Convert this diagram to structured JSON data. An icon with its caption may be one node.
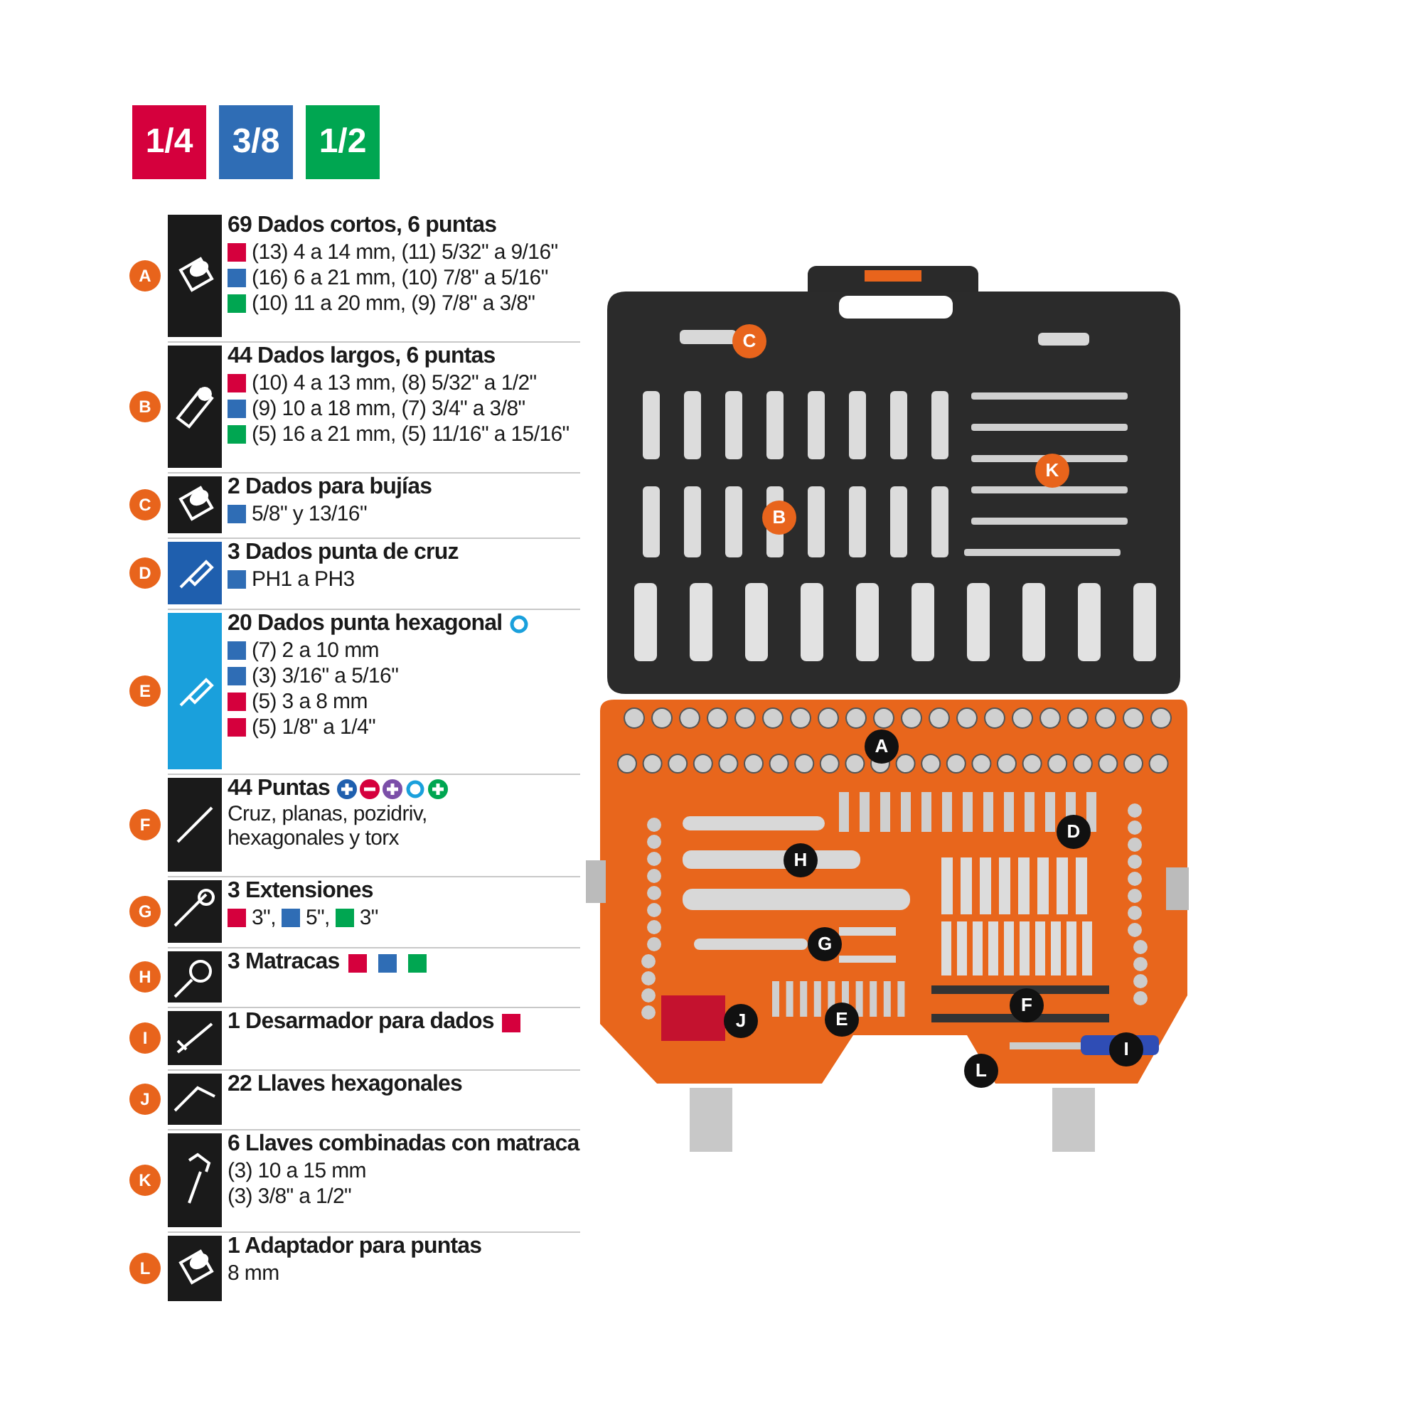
{
  "diagram": {
    "nodes": [
      {
        "text": [
          "69 Dados cortos, 6 puntas",
          "(13) 4 a 14 mm, (11) 5/32\" a 9/16\"",
          "(16) 6 a 21 mm, (10) 7/8\" a 5/16\"",
          "(10) 11 a 20 mm, (9) 7/8\" a 3/8\""
        ],
        "beside": [
          "A"
        ]
      },
      {
        "text": [
          "44 Dados largos, 6 puntas",
          "(10) 4 a 13 mm, (8) 5/32\" a 1/2\"",
          "(9) 10 a 18 mm, (7) 3/4\" a 3/8\"",
          "(5) 16 a 21 mm, (5) 11/16\" a 15/16\""
        ],
        "beside": [
          "B"
        ]
      },
      {
        "text": [
          "2 Dados para bujías",
          "5/8\" y 13/16\""
        ],
        "beside": [
          "C"
        ]
      },
      {
        "text": [
          "3 Dados punta de cruz",
          "PH1 a PH3"
        ],
        "beside": [
          "D"
        ]
      },
      {
        "text": [
          "20 Dados punta hexagonal",
          "(7) 2 a 10 mm",
          "(3) 3/16\" a 5/16\"",
          "(5) 3 a 8 mm",
          "(5) 1/8\" a 1/4\""
        ],
        "beside": [
          "E"
        ]
      },
      {
        "text": [
          "44 Puntas",
          "Cruz, planas, pozidriv, hexagonales y torx"
        ],
        "beside": [
          "F"
        ]
      },
      {
        "text": [
          "3 Extensiones",
          "3\",",
          "5\",",
          "3\""
        ],
        "beside": [
          "G"
        ]
      },
      {
        "text": [
          "3 Matracas"
        ],
        "beside": [
          "H"
        ]
      },
      {
        "text": [
          "1 Desarmador para dados"
        ],
        "beside": [
          "I"
        ]
      },
      {
        "text": [
          "22 Llaves hexagonales"
        ],
        "beside": [
          "J"
        ]
      },
      {
        "text": [
          "6 Llaves combinadas con matraca",
          "(3) 10 a 15 mm",
          "(3) 3/8\" a 1/2\""
        ],
        "beside": [
          "K"
        ]
      },
      {
        "text": [
          "1 Adaptador para puntas",
          "8 mm"
        ],
        "beside": [
          "L"
        ]
      }
    ],
    "labels": [
      "C",
      "K",
      "B",
      "A",
      "D",
      "H",
      "G",
      "J",
      "E",
      "F",
      "I",
      "L"
    ],
    "legend": [
      {
        "text": "1/4",
        "color": "#d5003d"
      },
      {
        "text": "3/8",
        "color": "#2f6db5"
      },
      {
        "text": "1/2",
        "color": "#00a651"
      }
    ]
  }
}
